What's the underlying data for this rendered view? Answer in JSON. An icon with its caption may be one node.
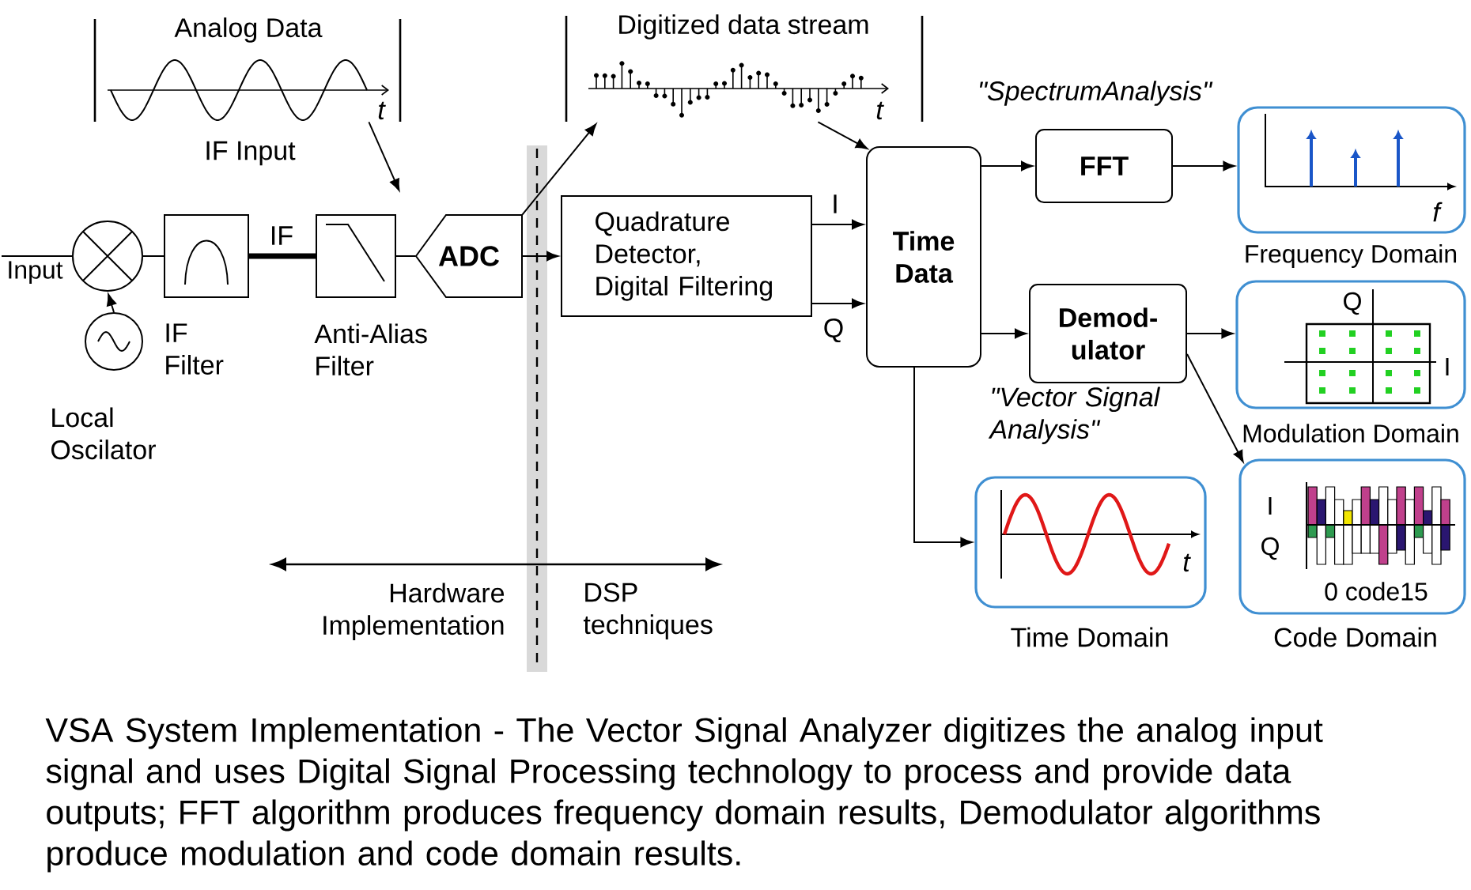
{
  "diagram": {
    "nodes": [
      {
        "text": [
          "Analog Data",
          "t",
          "IF Input"
        ]
      },
      {
        "text": [
          "Digitized data stream",
          "t"
        ]
      },
      {
        "text": [
          "Input"
        ]
      },
      {
        "text": [],
        "shape": "circle"
      },
      {
        "text": [],
        "shape": "circle",
        "beside": [
          "Local Oscilator"
        ]
      },
      {
        "text": [],
        "shape": "box",
        "beside": [
          "IF Filter"
        ]
      },
      {
        "text": [],
        "shape": "box",
        "beside": [
          "Anti-Alias Filter"
        ]
      },
      {
        "text": [
          "ADC"
        ]
      },
      {
        "text": [
          "Quadrature Detector, Digital Filtering"
        ]
      },
      {
        "text": [
          "Time Data"
        ]
      },
      {
        "text": [
          "FFT"
        ]
      },
      {
        "text": [
          "f"
        ],
        "beside": [
          "Frequency Domain"
        ]
      },
      {
        "text": [
          "Demod- ulator"
        ]
      },
      {
        "text": [
          "Q",
          "I"
        ],
        "beside": [
          "Modulation Domain"
        ]
      },
      {
        "text": [
          "t"
        ],
        "beside": [
          "Time Domain"
        ]
      },
      {
        "text": [
          "I",
          "Q",
          "0 code15"
        ],
        "beside": [
          "Code Domain"
        ]
      }
    ],
    "edges": [
      {
        "from": 2,
        "to": 3,
        "arrow": "none"
      },
      {
        "from": 4,
        "to": 3,
        "arrow": "to"
      },
      {
        "from": 3,
        "to": 5,
        "arrow": "none"
      },
      {
        "from": 5,
        "to": 6,
        "arrow": "none",
        "label": "IF",
        "style": "thick"
      },
      {
        "from": 6,
        "to": 7,
        "arrow": "none"
      },
      {
        "from": 7,
        "to": 8,
        "arrow": "to"
      },
      {
        "from": 8,
        "to": 9,
        "arrow": "to",
        "label": "I"
      },
      {
        "from": 8,
        "to": 9,
        "arrow": "to",
        "label": "Q"
      },
      {
        "from": 9,
        "to": 10,
        "arrow": "to"
      },
      {
        "from": 10,
        "to": 11,
        "arrow": "to"
      },
      {
        "from": 9,
        "to": 12,
        "arrow": "to"
      },
      {
        "from": 12,
        "to": 13,
        "arrow": "to"
      },
      {
        "from": 12,
        "to": 15,
        "arrow": "to"
      },
      {
        "from": 9,
        "to": 14,
        "arrow": "to"
      },
      {
        "from": 0,
        "to": null,
        "arrow": "to"
      },
      {
        "from": 7,
        "to": 1,
        "arrow": "to"
      },
      {
        "from": 1,
        "to": 9,
        "arrow": "to"
      }
    ],
    "labels": [
      "\"SpectrumAnalysis\"",
      "\"Vector Signal Analysis\"",
      "Hardware Implementation",
      "DSP techniques"
    ],
    "caption": "VSA System Implementation - The Vector Signal Analyzer digitizes the analog input signal and uses Digital Signal Processing technology to process and provide data outputs; FFT algorithm produces frequency domain results, Demodulator algorithms produce modulation and code domain results."
  }
}
